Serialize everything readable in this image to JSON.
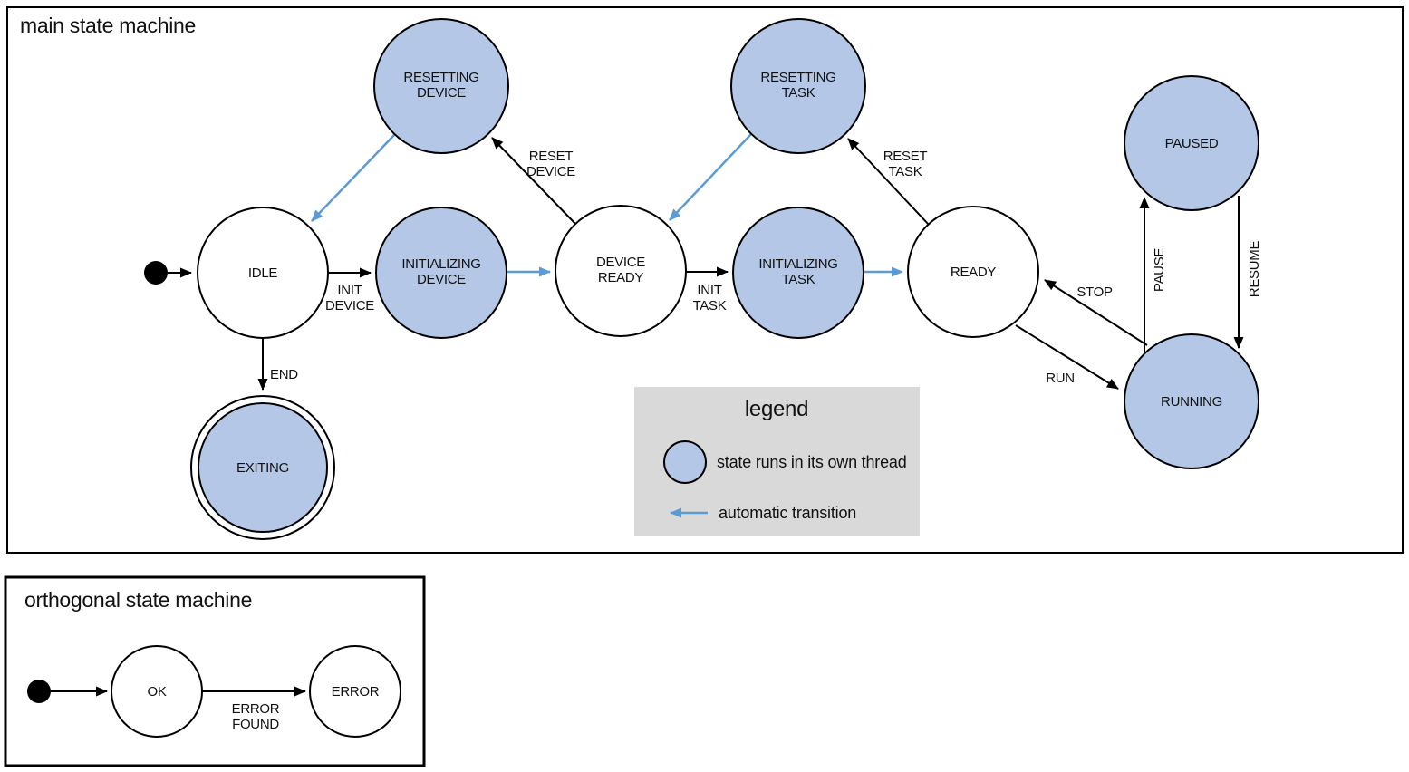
{
  "main": {
    "title": "main state machine",
    "states": {
      "idle": {
        "label": "IDLE"
      },
      "resetting_device": {
        "line1": "RESETTING",
        "line2": "DEVICE"
      },
      "initializing_device": {
        "line1": "INITIALIZING",
        "line2": "DEVICE"
      },
      "device_ready": {
        "line1": "DEVICE",
        "line2": "READY"
      },
      "resetting_task": {
        "line1": "RESETTING",
        "line2": "TASK"
      },
      "initializing_task": {
        "line1": "INITIALIZING",
        "line2": "TASK"
      },
      "ready": {
        "label": "READY"
      },
      "paused": {
        "label": "PAUSED"
      },
      "running": {
        "label": "RUNNING"
      },
      "exiting": {
        "label": "EXITING"
      }
    },
    "transitions": {
      "init_device": {
        "line1": "INIT",
        "line2": "DEVICE"
      },
      "reset_device": {
        "line1": "RESET",
        "line2": "DEVICE"
      },
      "init_task": {
        "line1": "INIT",
        "line2": "TASK"
      },
      "reset_task": {
        "line1": "RESET",
        "line2": "TASK"
      },
      "end": {
        "label": "END"
      },
      "run": {
        "label": "RUN"
      },
      "stop": {
        "label": "STOP"
      },
      "pause": {
        "label": "PAUSE"
      },
      "resume": {
        "label": "RESUME"
      }
    }
  },
  "legend": {
    "title": "legend",
    "thread_label": "state runs in its own thread",
    "auto_label": "automatic transition"
  },
  "orthogonal": {
    "title": "orthogonal state machine",
    "states": {
      "ok": {
        "label": "OK"
      },
      "error": {
        "label": "ERROR"
      }
    },
    "transitions": {
      "error_found": {
        "line1": "ERROR",
        "line2": "FOUND"
      }
    }
  },
  "colors": {
    "thread_fill": "#b4c7e7",
    "auto_transition": "#5b9bd5",
    "line": "#000000",
    "legend_bg": "#d9d9d9",
    "background": "#ffffff"
  }
}
